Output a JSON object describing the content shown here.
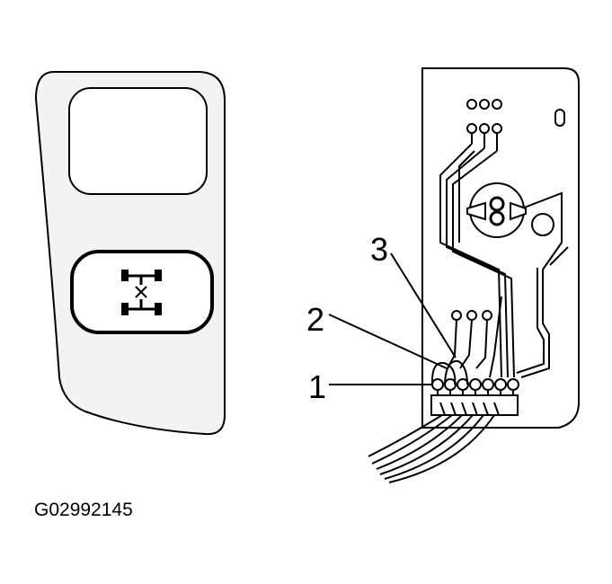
{
  "diagram": {
    "callouts": [
      {
        "id": "1",
        "text": "1"
      },
      {
        "id": "2",
        "text": "2"
      },
      {
        "id": "3",
        "text": "3"
      }
    ],
    "figure_id": "G02992145",
    "icons": {
      "switch_symbol": "four-wheel-drive-axle-icon",
      "component": "pcb-circuit-board"
    },
    "colors": {
      "line": "#000000",
      "switch_fill": "#f3f3f3",
      "board_fill": "#ffffff"
    }
  }
}
